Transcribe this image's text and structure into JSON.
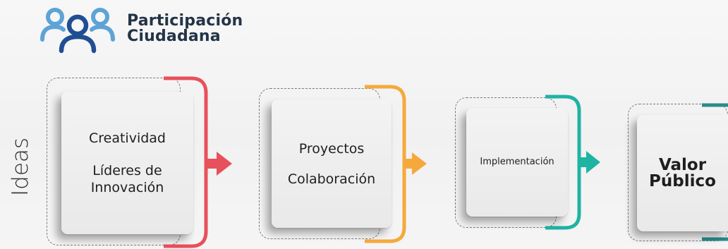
{
  "logo": {
    "line1": "Participación",
    "line2": "Ciudadana",
    "icon": "people-group-icon",
    "colors": {
      "front": "#1f4e93",
      "back": "#5ea3d6"
    }
  },
  "side_label": "Ideas",
  "stages": [
    {
      "lines": [
        "Creatividad",
        "Líderes de",
        "Innovación"
      ],
      "bracket_color": "#e8505b"
    },
    {
      "lines": [
        "Proyectos",
        "Colaboración"
      ],
      "bracket_color": "#f5a93c"
    },
    {
      "lines": [
        "Implementación"
      ],
      "bracket_color": "#1fb3a3"
    },
    {
      "lines": [
        "Valor",
        "Público"
      ],
      "bracket_color": "#2a8c8c"
    }
  ],
  "colors": {
    "background": "#f4f4f4",
    "dashed_border": "#7a7a7a",
    "text": "#1f1f1f"
  }
}
